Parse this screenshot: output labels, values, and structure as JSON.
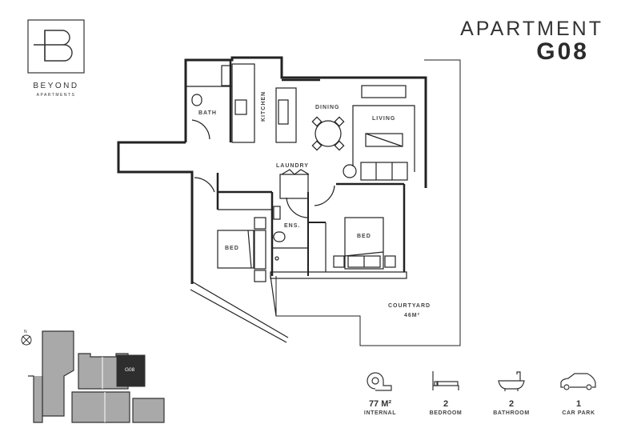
{
  "brand": {
    "name": "BEYOND",
    "tagline": "APARTMENTS",
    "mark": "B"
  },
  "header": {
    "line1": "APARTMENT",
    "line2": "G08"
  },
  "rooms": {
    "bath": "BATH",
    "kitchen": "KITCHEN",
    "dining": "DINING",
    "living": "LIVING",
    "laundry": "LAUNDRY",
    "ensuite": "ENS.",
    "bed1": "BED",
    "bed2": "BED",
    "courtyard": "COURTYARD",
    "courtyard_area": "46M²"
  },
  "keyplan": {
    "unit_label": "G08",
    "north_label": "N"
  },
  "stats": [
    {
      "icon": "tape-measure-icon",
      "value": "77 M²",
      "label": "INTERNAL"
    },
    {
      "icon": "bed-icon",
      "value": "2",
      "label": "BEDROOM"
    },
    {
      "icon": "bathtub-icon",
      "value": "2",
      "label": "BATHROOM"
    },
    {
      "icon": "car-icon",
      "value": "1",
      "label": "CAR PARK"
    }
  ],
  "colors": {
    "ink": "#2b2b2b",
    "keyplan_fill": "#a9a9a9",
    "keyplan_highlight": "#2e2e2e"
  }
}
